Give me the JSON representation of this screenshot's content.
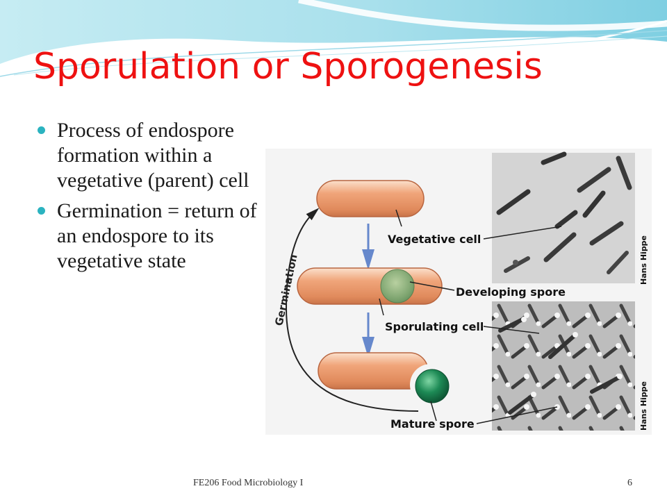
{
  "slide": {
    "title": "Sporulation or Sporogenesis",
    "bullets": [
      {
        "text": "Process of endospore formation within a vegetative (parent) cell"
      },
      {
        "text": "Germination = return of an endospore to its vegetative state"
      }
    ],
    "figure": {
      "labels": {
        "vegetative_cell": "Vegetative cell",
        "developing_spore": "Developing spore",
        "sporulating_cell": "Sporulating cell",
        "mature_spore": "Mature spore",
        "germination": "Germination"
      },
      "credits": [
        "Hans Hippe",
        "Hans Hippe"
      ]
    },
    "footer": "FE206 Food Microbiology I",
    "page_number": "6"
  },
  "colors": {
    "title": "#ee1111",
    "bullet": "#2bb3c0",
    "cell": "#e8956a",
    "spore": "#1d8a55",
    "arrow": "#6688cc"
  }
}
